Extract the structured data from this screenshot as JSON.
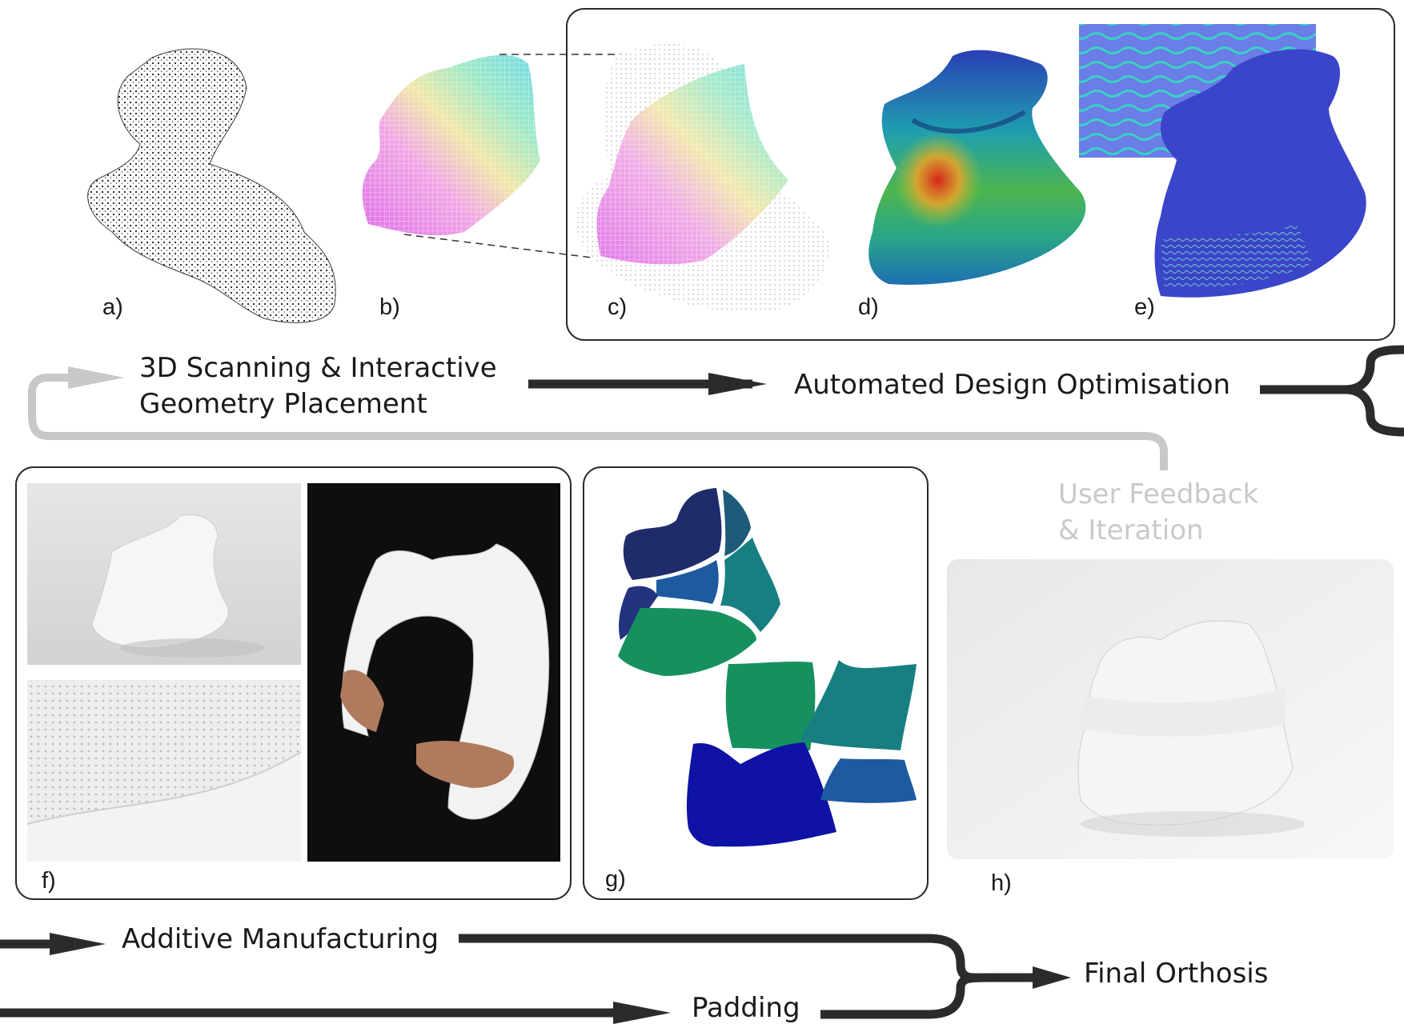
{
  "panels": {
    "a": "a)",
    "b": "b)",
    "c": "c)",
    "d": "d)",
    "e": "e)",
    "f": "f)",
    "g": "g)",
    "h": "h)"
  },
  "steps": {
    "scanning_line1": "3D Scanning & Interactive",
    "scanning_line2": "Geometry Placement",
    "optimisation": "Automated Design Optimisation",
    "feedback_line1": "User Feedback",
    "feedback_line2": "& Iteration",
    "manufacturing": "Additive Manufacturing",
    "padding": "Padding",
    "final": "Final Orthosis"
  },
  "colors": {
    "arrow_dark": "#2b2b2b",
    "arrow_light": "#c8c8c8",
    "frame": "#2a2a2a",
    "piece_navy": "#1f2c6b",
    "piece_blue": "#1d5aa0",
    "piece_teal": "#177f82",
    "piece_green": "#17905f",
    "piece_deep_blue": "#0f12a4"
  }
}
